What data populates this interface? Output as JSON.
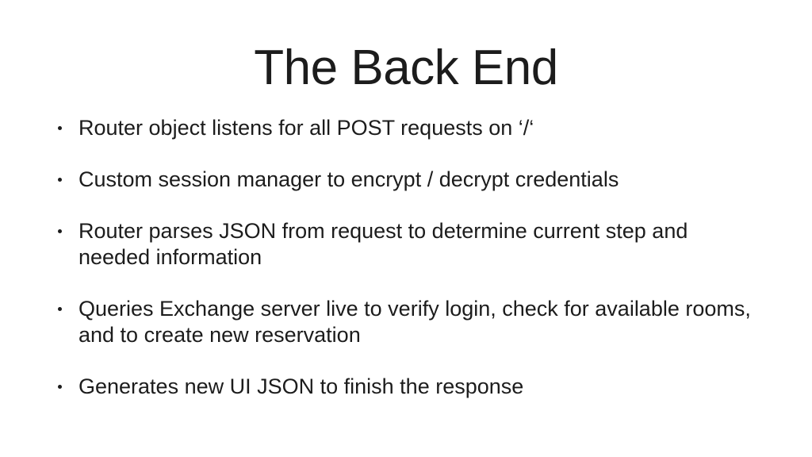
{
  "slide": {
    "title": "The Back End",
    "background_color": "#ffffff",
    "text_color": "#1c1c1c",
    "bullet_marker": "•",
    "bullets": [
      {
        "text": "Router object listens for all POST requests on ‘/‘"
      },
      {
        "text": "Custom session manager to encrypt / decrypt credentials"
      },
      {
        "text": "Router parses JSON from request to determine current step and needed information"
      },
      {
        "text": "Queries Exchange server live to verify login, check for available rooms, and to create new reservation"
      },
      {
        "text": "Generates new UI JSON to finish the response"
      }
    ]
  }
}
